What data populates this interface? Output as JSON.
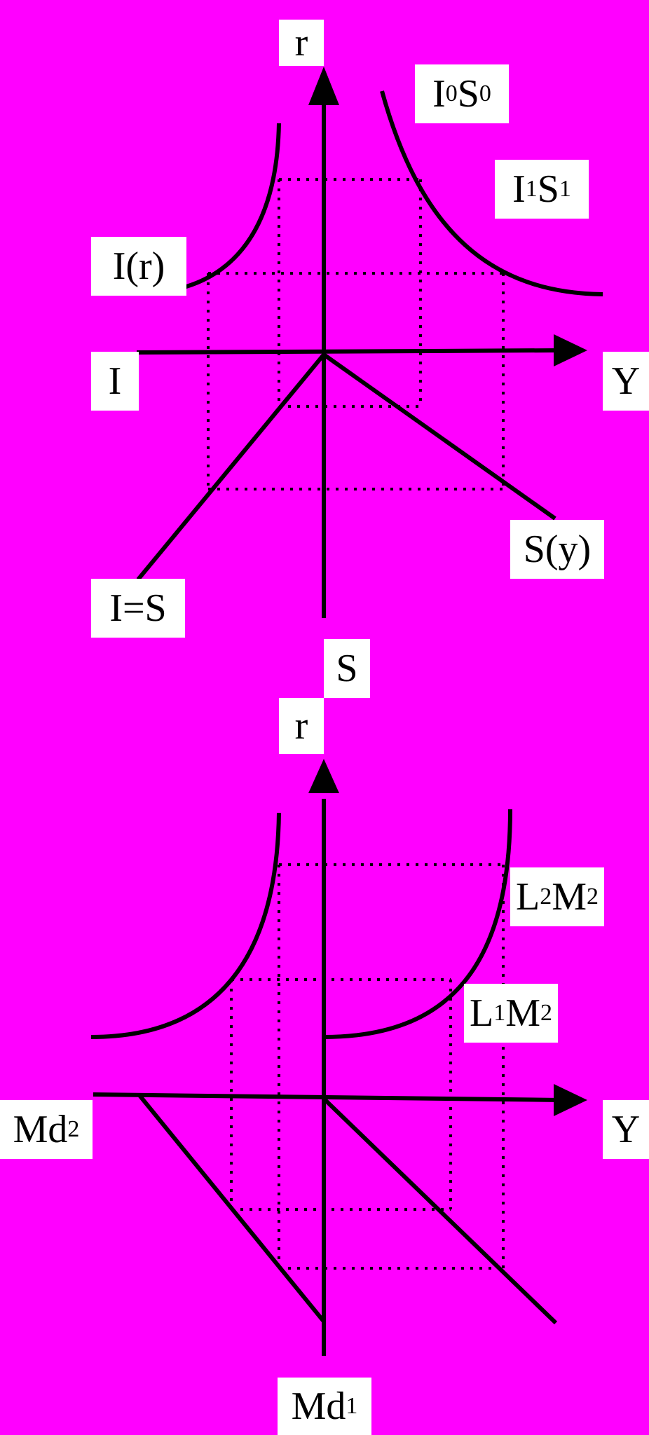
{
  "colors": {
    "background": "#FF00FF",
    "line": "#000000",
    "label_bg": "#FFFFFF"
  },
  "top": {
    "r": "r",
    "I0S0": {
      "a": "I",
      "a_sub": "0",
      "b": "S",
      "b_sub": "0"
    },
    "I1S1": {
      "a": "I",
      "a_sub": "1",
      "b": "S",
      "b_sub": "1"
    },
    "Ir": "I(r)",
    "I": "I",
    "Y": "Y",
    "Sy": "S(y)",
    "IeqS": "I=S",
    "S": "S"
  },
  "bottom": {
    "r": "r",
    "L2M2": {
      "a": "L",
      "a_sub": "2",
      "b": "M",
      "b_sub": "2"
    },
    "L1M2": {
      "a": "L",
      "a_sub": "1",
      "b": "M",
      "b_sub": "2"
    },
    "Md2": {
      "a": "Md",
      "a_sub": "2"
    },
    "Y": "Y",
    "Md1": {
      "a": "Md",
      "a_sub": "1"
    }
  }
}
